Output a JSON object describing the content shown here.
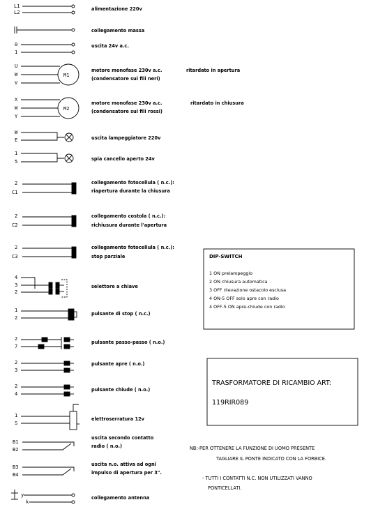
{
  "rows": [
    {
      "terminals": [
        "L1",
        "L2"
      ],
      "desc": [
        "alimentazione 220v"
      ],
      "note": ""
    },
    {
      "terminals": [],
      "desc": [
        "collegamento massa"
      ],
      "note": ""
    },
    {
      "terminals": [
        "0",
        "1"
      ],
      "desc": [
        "uscita 24v a.c."
      ],
      "note": ""
    },
    {
      "terminals": [
        "U",
        "W",
        "V"
      ],
      "motor": "M1",
      "desc": [
        "motore monofase 230v a.c.",
        "(condensatore sui fili neri)"
      ],
      "note": "ritardato in apertura"
    },
    {
      "terminals": [
        "X",
        "W",
        "Y"
      ],
      "motor": "M2",
      "desc": [
        "motore monofase 230v a.c.",
        "(condensatore sui fili rossi)"
      ],
      "note": "ritardato in chiusura"
    },
    {
      "terminals": [
        "W",
        "E"
      ],
      "desc": [
        "uscita lampeggiatore 220v"
      ],
      "note": ""
    },
    {
      "terminals": [
        "1",
        "5"
      ],
      "desc": [
        "spia cancello aperto 24v"
      ],
      "note": ""
    },
    {
      "terminals": [
        "2",
        "C1"
      ],
      "desc": [
        "collegamento fotocellula ( n.c.):",
        "riapertura durante la chiusura"
      ],
      "note": ""
    },
    {
      "terminals": [
        "2",
        "C2"
      ],
      "desc": [
        "collegamento costola ( n.c.):",
        "richiusura durante l'apertura"
      ],
      "note": ""
    },
    {
      "terminals": [
        "2",
        "C3"
      ],
      "desc": [
        "collegamento fotocellula ( n.c.):",
        "stop parziale"
      ],
      "note": ""
    },
    {
      "terminals": [
        "4",
        "3",
        "2"
      ],
      "desc": [
        "selettore a chiave"
      ],
      "note": ""
    },
    {
      "terminals": [
        "1",
        "2"
      ],
      "desc": [
        "pulsante di stop ( n.c.)"
      ],
      "note": ""
    },
    {
      "terminals": [
        "2",
        "7"
      ],
      "desc": [
        "pulsante passo-passo ( n.o.)"
      ],
      "note": ""
    },
    {
      "terminals": [
        "2",
        "3"
      ],
      "desc": [
        "pulsante apre ( n.o.)"
      ],
      "note": ""
    },
    {
      "terminals": [
        "2",
        "4"
      ],
      "desc": [
        "pulsante chiude ( n.o.)"
      ],
      "note": ""
    },
    {
      "terminals": [
        "1",
        "S"
      ],
      "desc": [
        "elettroserratura 12v"
      ],
      "note": ""
    },
    {
      "terminals": [
        "B1",
        "B2"
      ],
      "desc": [
        "uscita secondo contatto",
        "radio ( n.o.)"
      ],
      "note": ""
    },
    {
      "terminals": [
        "B3",
        "B4"
      ],
      "desc": [
        "uscita n.o. attiva ad ogni",
        "impulso di apertura per 3\"."
      ],
      "note": ""
    },
    {
      "terminals": [
        "y",
        "k"
      ],
      "desc": [
        "collegamento antenna"
      ],
      "note": ""
    }
  ],
  "dip_switch": {
    "title": "DIP-SWITCH",
    "lines": [
      "1 ON prelampeggio",
      "2 ON chiusura automatica",
      "3 OFF rilevazione ostacolo esclusa",
      "4 ON-5 OFF solo apre con radio",
      "4 OFF-5 ON apre-chiude con radio"
    ]
  },
  "trasformatore": {
    "line1": "TRASFORMATORE DI RICAMBIO ART:",
    "line2": "119RIR089"
  },
  "notes": [
    "NB:-PER OTTENERE LA FUNZIONE DI UOMO PRESENTE",
    "TAGLIARE IL PONTE INDICATO CON LA FORBICE.",
    "- TUTTI I CONTATTI N.C. NON UTILIZZATI VANNO",
    "PONTICELLATI."
  ]
}
